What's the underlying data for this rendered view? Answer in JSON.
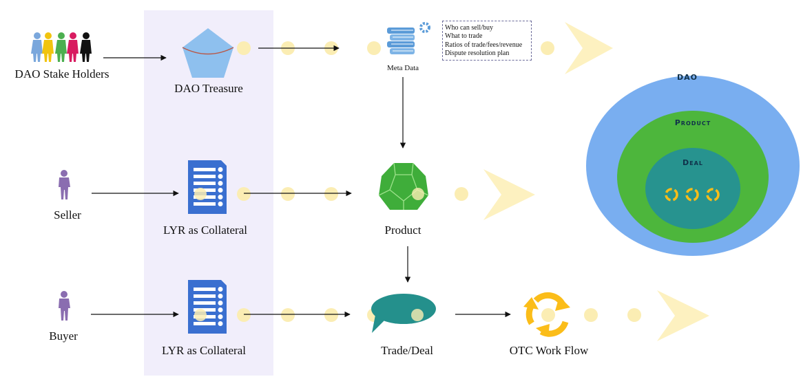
{
  "actors": {
    "stakeholders": "DAO Stake Holders",
    "seller": "Seller",
    "buyer": "Buyer"
  },
  "nodes": {
    "treasure": "DAO Treasure",
    "collateral_seller": "LYR as Collateral",
    "collateral_buyer": "LYR as Collateral",
    "metadata": "Meta Data",
    "product": "Product",
    "trade": "Trade/Deal",
    "otc": "OTC Work Flow"
  },
  "metadata_note": [
    "Who can sell/buy",
    "What to trade",
    "Ratios of trade/fees/revenue",
    "Dispute resolution plan"
  ],
  "nested_circles": {
    "outer": "DAO",
    "middle": "Product",
    "inner": "Deal"
  },
  "colors": {
    "column_band": "#f1eefb",
    "dot": "#fbedb3",
    "chevron": "#fdf1c0",
    "outer_circle": "#79aef0",
    "middle_circle": "#4db63c",
    "inner_circle": "#27938f",
    "pentagon": "#8ec0ee",
    "document": "#3a6fd0",
    "dodecahedron": "#3fad3a",
    "bubble": "#24908c",
    "recycle": "#fbbd19",
    "person": "#8a6db0"
  }
}
